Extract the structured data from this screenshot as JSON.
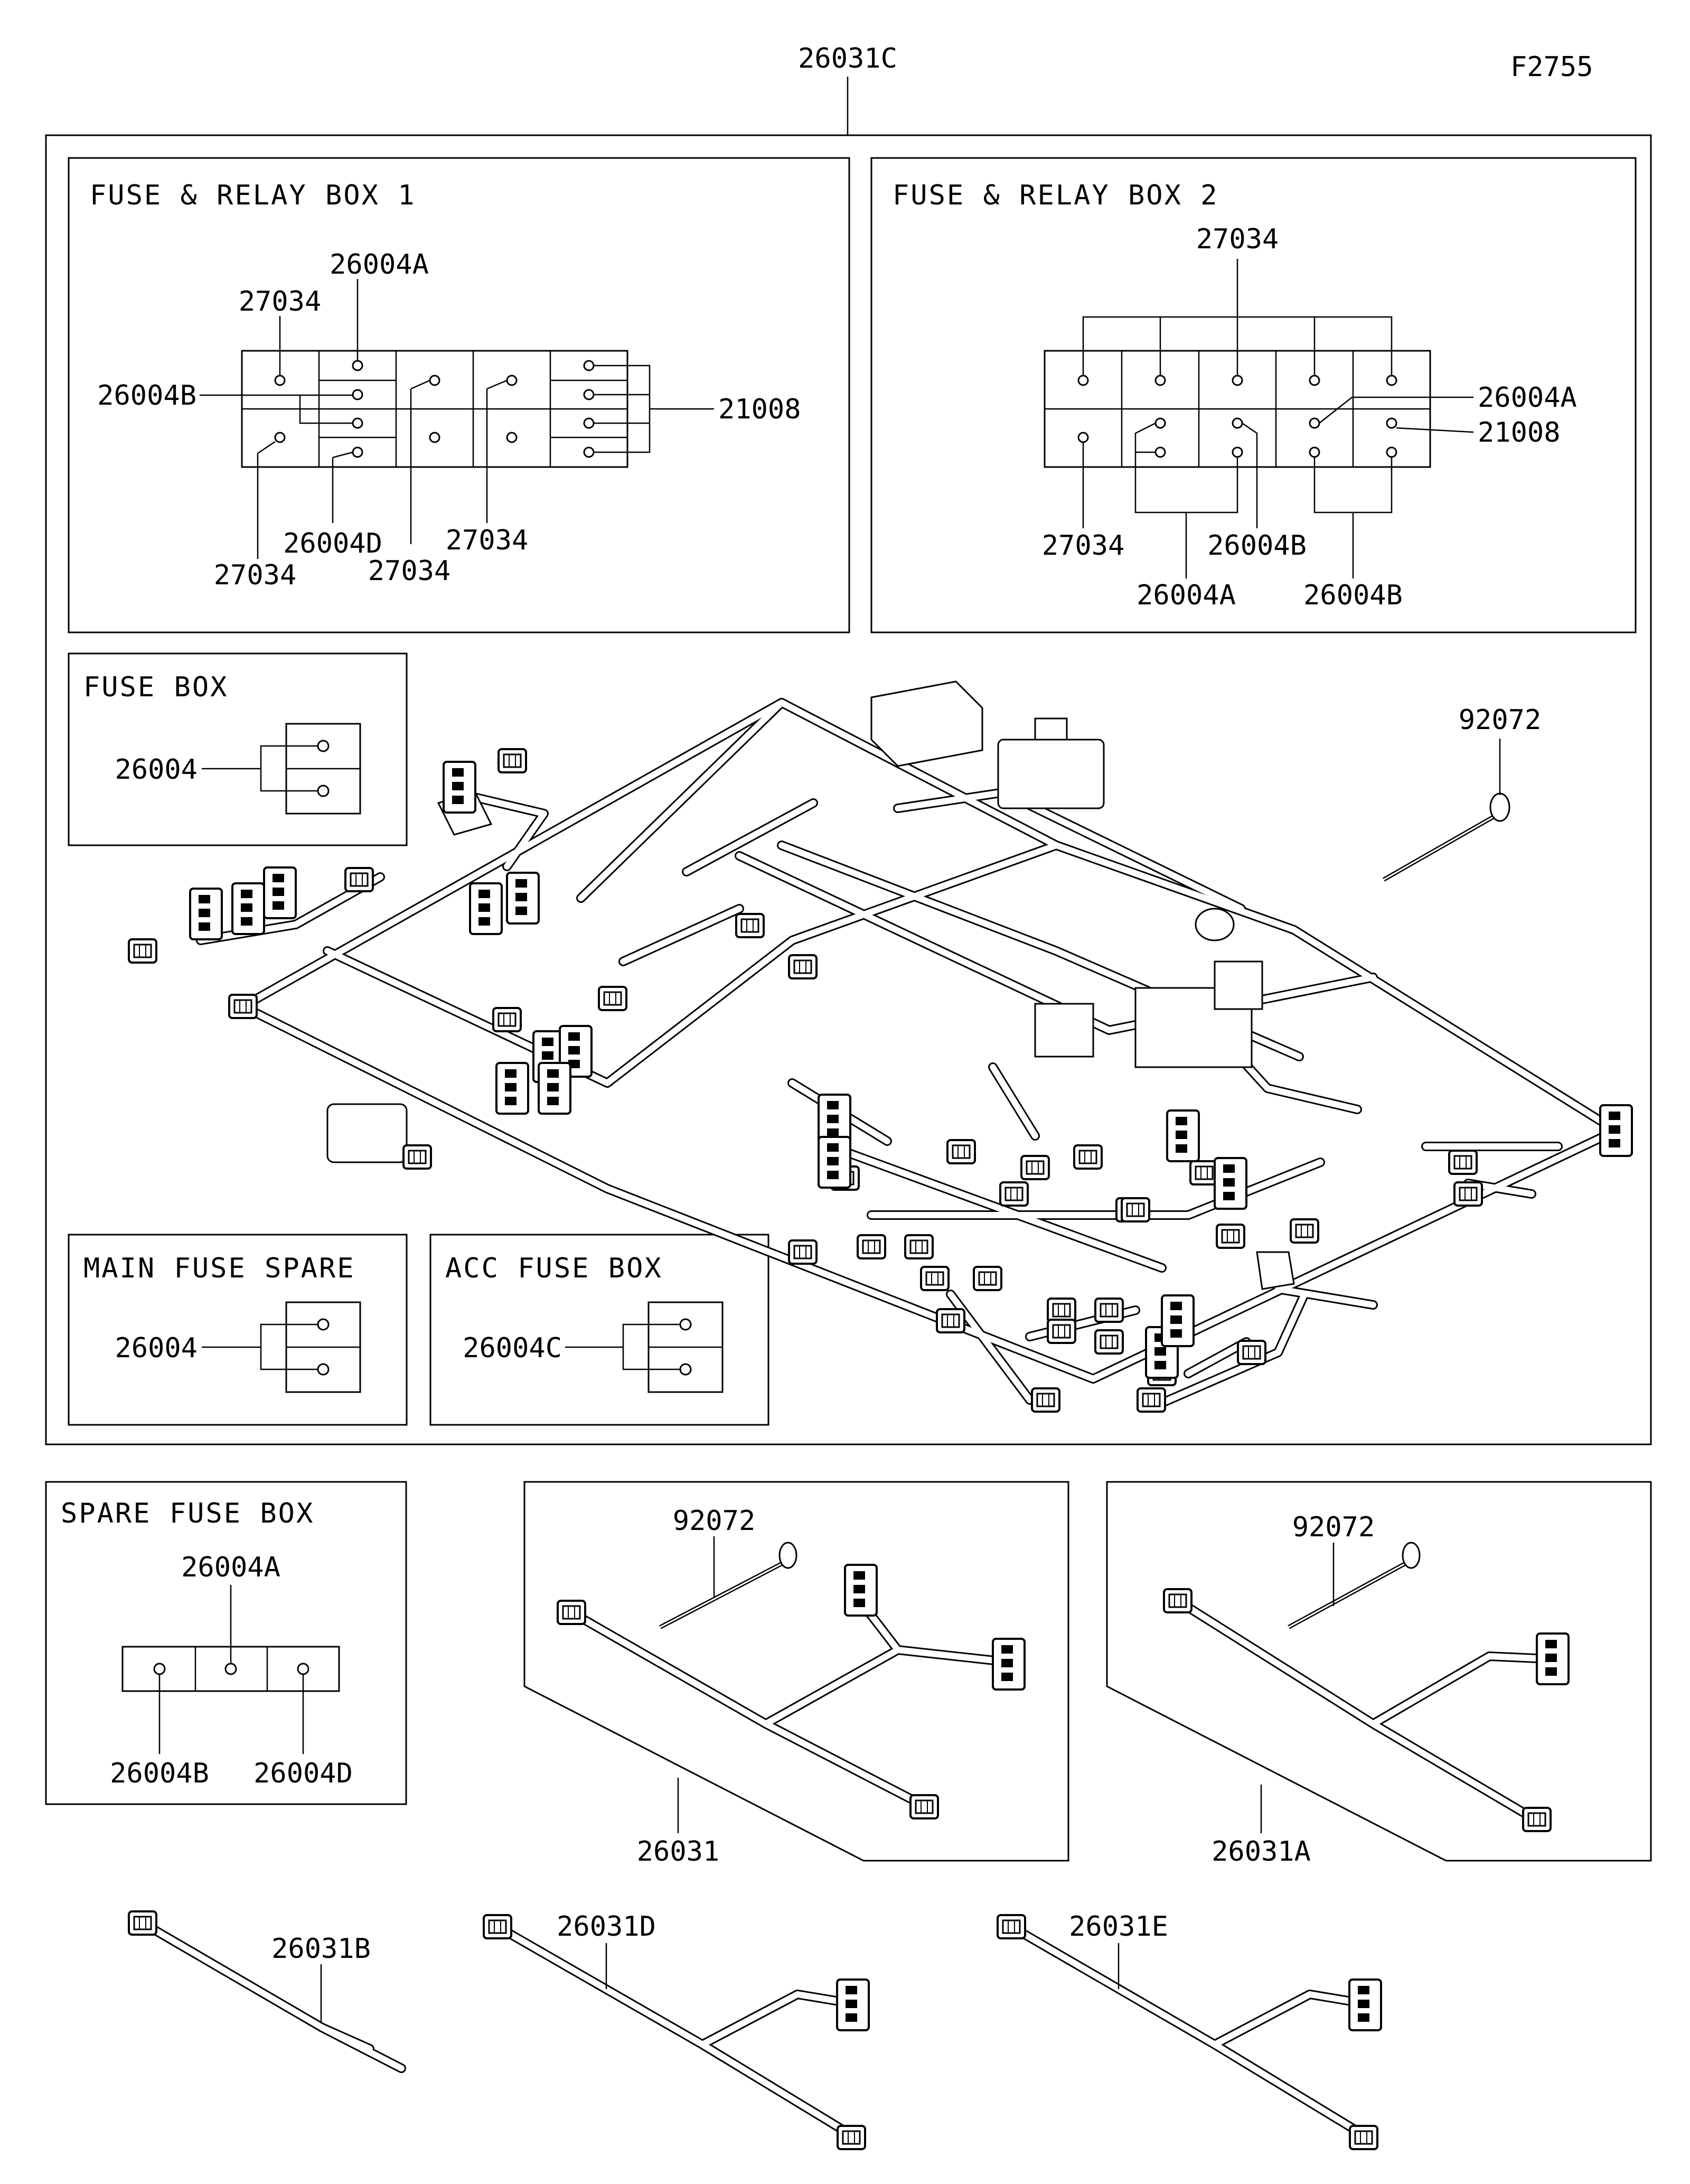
{
  "figure_code": "F2755",
  "main_assembly": "26031C",
  "boxes": {
    "fuse_relay_1": {
      "title": "FUSE & RELAY BOX 1",
      "labels": {
        "p27034_top": "27034",
        "p26004A": "26004A",
        "p26004B": "26004B",
        "p21008": "21008",
        "p26004D": "26004D",
        "p27034_a": "27034",
        "p27034_b": "27034",
        "p27034_c": "27034"
      }
    },
    "fuse_relay_2": {
      "title": "FUSE & RELAY BOX 2",
      "labels": {
        "p27034_top": "27034",
        "p26004A_r": "26004A",
        "p21008": "21008",
        "p27034_bottom": "27034",
        "p26004B_mid": "26004B",
        "p26004A_bot": "26004A",
        "p26004B_bot": "26004B"
      }
    },
    "fuse_box": {
      "title": "FUSE BOX",
      "label": "26004"
    },
    "main_fuse_spare": {
      "title": "MAIN FUSE SPARE",
      "label": "26004"
    },
    "acc_fuse_box": {
      "title": "ACC FUSE BOX",
      "label": "26004C"
    },
    "spare_fuse_box": {
      "title": "SPARE FUSE BOX",
      "labels": {
        "top": "26004A",
        "left": "26004B",
        "right": "26004D"
      }
    }
  },
  "harness_labels": {
    "main_92072": "92072",
    "sub_a_92072": "92072",
    "sub_b_92072": "92072",
    "p26031": "26031",
    "p26031A": "26031A",
    "p26031B": "26031B",
    "p26031D": "26031D",
    "p26031E": "26031E"
  }
}
